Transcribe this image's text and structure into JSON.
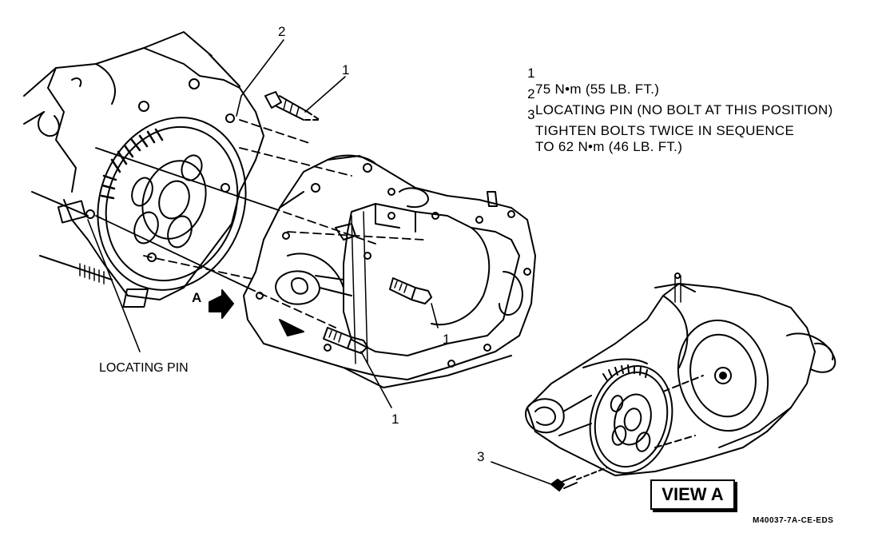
{
  "legend": [
    {
      "num": "1",
      "text": "75 N•m (55 LB. FT.)"
    },
    {
      "num": "2",
      "text": "LOCATING PIN (NO BOLT AT THIS POSITION)"
    },
    {
      "num": "3",
      "text": "TIGHTEN BOLTS TWICE IN SEQUENCE"
    },
    {
      "num": "",
      "text": "TO 62 N•m (46 LB. FT.)"
    }
  ],
  "callouts": {
    "top_2": "2",
    "top_1": "1",
    "mid_1": "1",
    "low_1": "1",
    "view_3": "3",
    "locating_pin": "LOCATING PIN",
    "arrow_letter": "A"
  },
  "view_label": "VIEW A",
  "drawing_code": "M40037-7A-CE-EDS"
}
